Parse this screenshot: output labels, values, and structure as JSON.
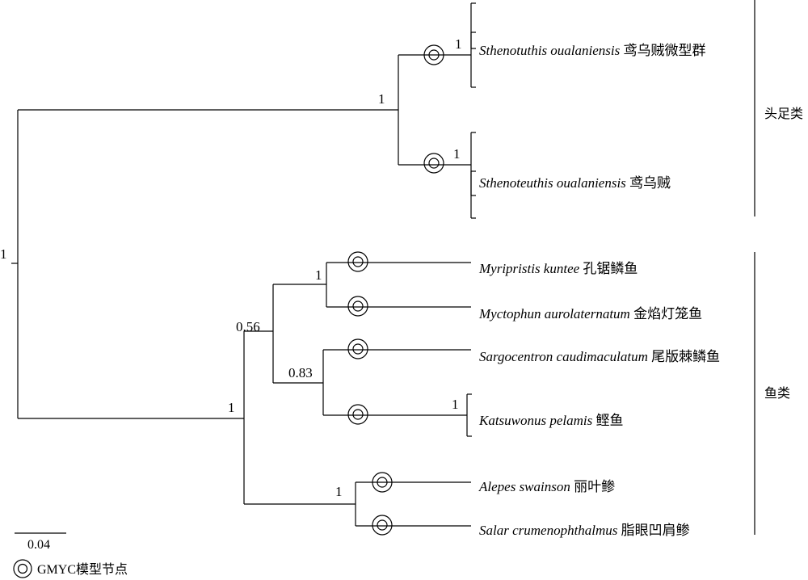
{
  "tree": {
    "support": {
      "root": "1",
      "cephalopods": "1",
      "cep_a": "1",
      "cep_b": "1",
      "fish": "1",
      "f056": "0.56",
      "f1a": "1",
      "f083": "0.83",
      "kats": "1",
      "jacks": "1"
    },
    "taxa": [
      {
        "species": "Sthenotuthis oualaniensis",
        "common": "鸢乌贼微型群"
      },
      {
        "species": "Sthenoteuthis oualaniensis",
        "common": "鸢乌贼"
      },
      {
        "species": "Myripristis kuntee",
        "common": "孔锯鳞鱼"
      },
      {
        "species": "Myctophun aurolaternatum",
        "common": "金焰灯笼鱼"
      },
      {
        "species": "Sargocentron caudimaculatum",
        "common": "尾版棘鳞鱼"
      },
      {
        "species": "Katsuwonus pelamis",
        "common": "鲣鱼"
      },
      {
        "species": "Alepes swainson",
        "common": "丽叶鲹"
      },
      {
        "species": "Salar crumenophthalmus",
        "common": "脂眼凹肩鲹"
      }
    ],
    "groups": {
      "cephalopod": "头足类",
      "fish": "鱼类"
    },
    "scale_label": "0.04",
    "legend": {
      "marker_icon": "gmyc-node-marker-icon",
      "label": "GMYC模型节点"
    }
  }
}
